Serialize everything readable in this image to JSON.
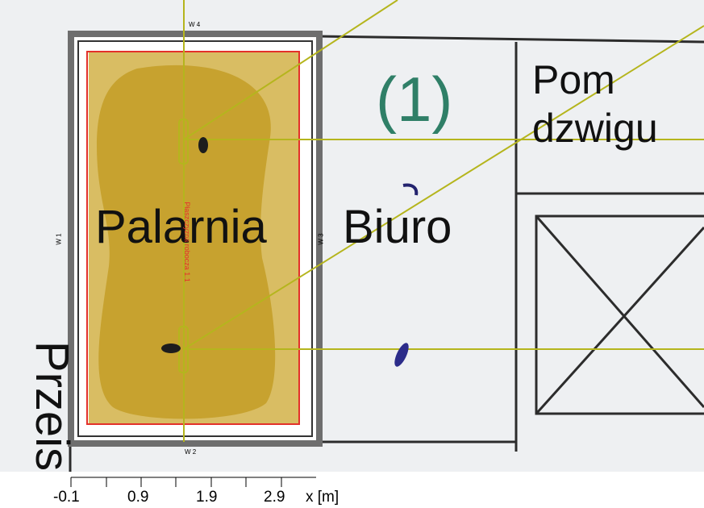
{
  "room": {
    "wall_labels": {
      "top": "W 4",
      "bottom": "W 2",
      "left": "W 1",
      "right": "W 3"
    },
    "work_plane_label": "Płaszczyzna robocza 1.1"
  },
  "floorplan_text": {
    "room1": "Palarnia",
    "room2": "Biuro",
    "number": "(1)",
    "pom_line1": "Pom",
    "pom_line2": "dzwigu",
    "side_text": "Przeis"
  },
  "scale": {
    "ticks": [
      "-0.1",
      "0.9",
      "1.9",
      "2.9"
    ],
    "unit_label": "x [m]"
  },
  "colors": {
    "luminaire_line": "#b5b51d",
    "work_plane": "#e3312a",
    "room_border": "#6e6e6e",
    "illuminance_light": "#d8ba5e",
    "illuminance_dark": "#c6a12c",
    "blueprint_ink": "#2f2f2f",
    "number_green": "#2f7f67"
  }
}
